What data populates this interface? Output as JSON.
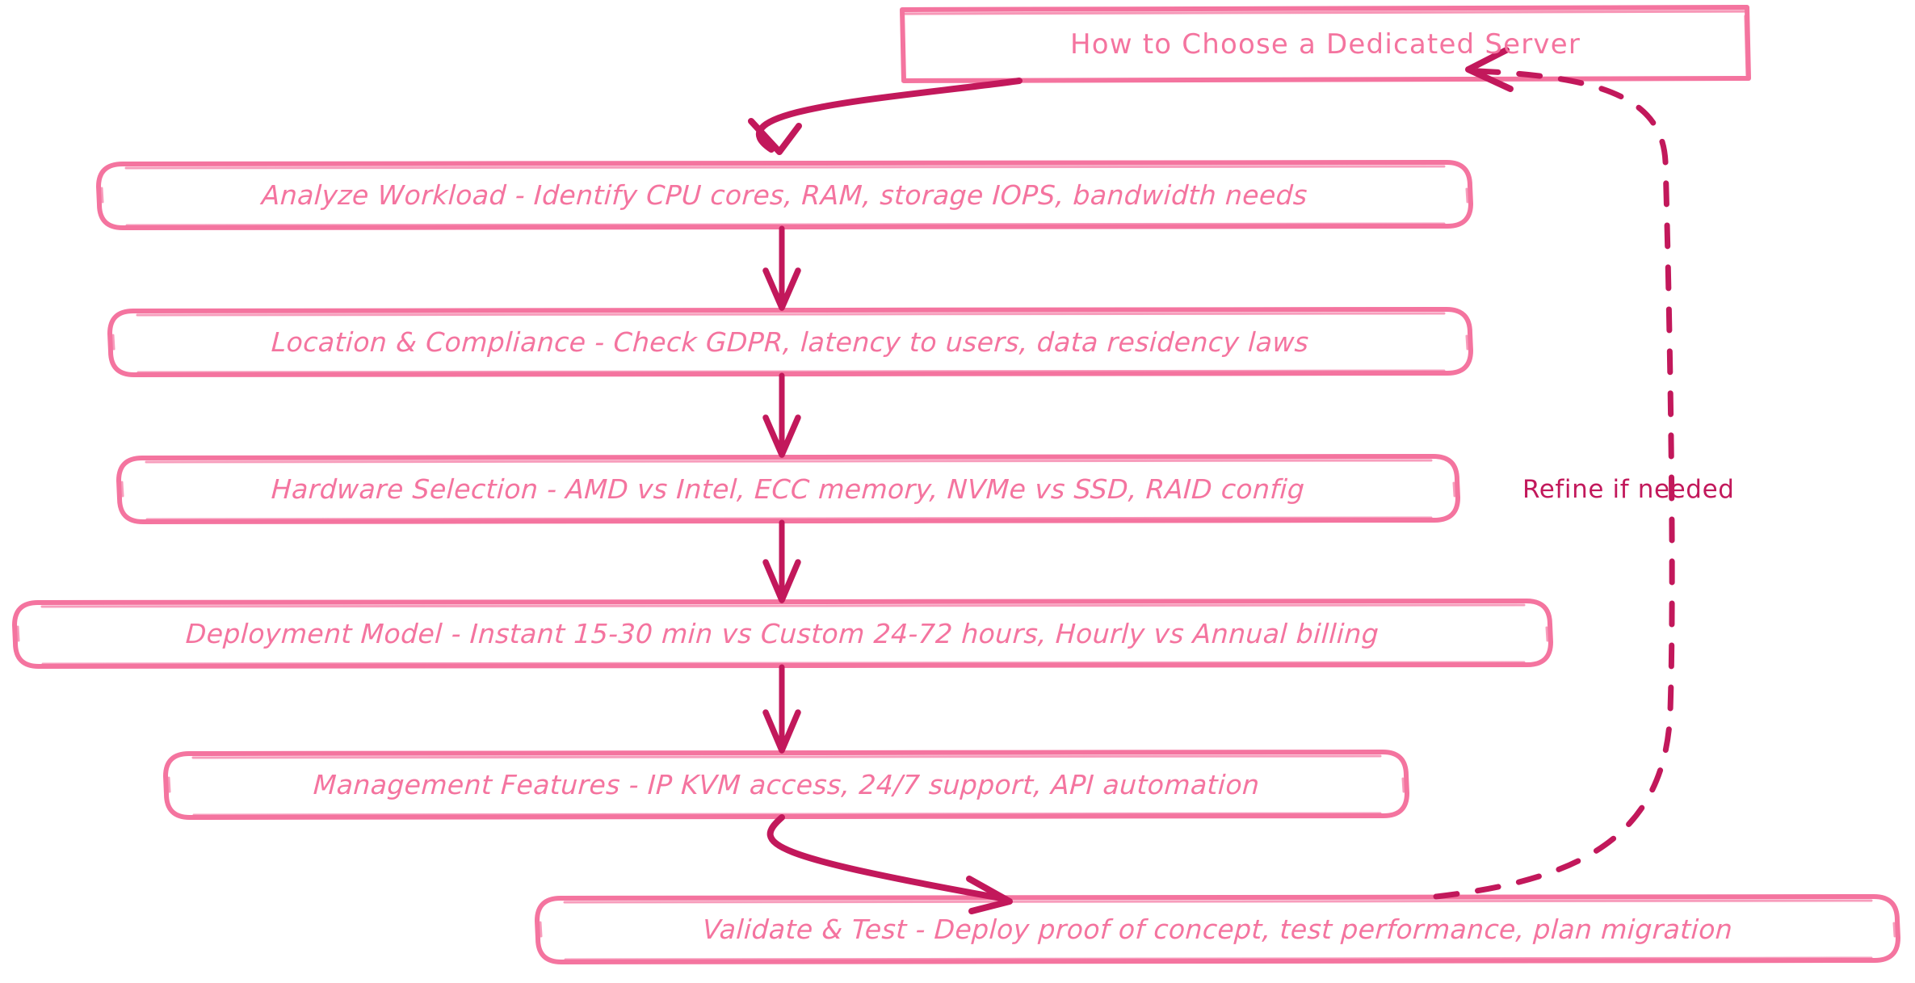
{
  "diagram": {
    "kind": "flowchart",
    "style": "hand-drawn-sketch",
    "orientation": "top-to-bottom",
    "colors": {
      "node_stroke": "#f4749f",
      "node_text": "#f4749f",
      "node_fill": "#ffffff",
      "arrow": "#c2185b",
      "edge_label_text": "#c2185b",
      "background": "#ffffff"
    },
    "title_node": {
      "label": "How to Choose a Dedicated Server",
      "shape": "rectangle",
      "corners": "sharp"
    },
    "nodes": [
      {
        "id": "analyze-workload",
        "label": "Analyze Workload - Identify CPU cores, RAM, storage IOPS, bandwidth needs",
        "shape": "rounded-rectangle"
      },
      {
        "id": "location-compliance",
        "label": "Location & Compliance - Check GDPR, latency to users, data residency laws",
        "shape": "rounded-rectangle"
      },
      {
        "id": "hardware-selection",
        "label": "Hardware Selection - AMD vs Intel, ECC memory, NVMe vs SSD, RAID config",
        "shape": "rounded-rectangle"
      },
      {
        "id": "deployment-model",
        "label": "Deployment Model - Instant 15-30 min vs Custom 24-72 hours, Hourly vs Annual billing",
        "shape": "rounded-rectangle"
      },
      {
        "id": "management-features",
        "label": "Management Features - IP KVM access, 24/7 support, API automation",
        "shape": "rounded-rectangle"
      },
      {
        "id": "validate-test",
        "label": "Validate & Test - Deploy proof of concept, test performance, plan migration",
        "shape": "rounded-rectangle"
      }
    ],
    "edges": [
      {
        "id": "e-title-analyze",
        "from": "title",
        "to": "analyze-workload",
        "style": "solid",
        "curve": "curved",
        "label": ""
      },
      {
        "id": "e-analyze-location",
        "from": "analyze-workload",
        "to": "location-compliance",
        "style": "solid",
        "curve": "straight",
        "label": ""
      },
      {
        "id": "e-location-hardware",
        "from": "location-compliance",
        "to": "hardware-selection",
        "style": "solid",
        "curve": "straight",
        "label": ""
      },
      {
        "id": "e-hardware-deployment",
        "from": "hardware-selection",
        "to": "deployment-model",
        "style": "solid",
        "curve": "straight",
        "label": ""
      },
      {
        "id": "e-deployment-management",
        "from": "deployment-model",
        "to": "management-features",
        "style": "solid",
        "curve": "straight",
        "label": ""
      },
      {
        "id": "e-management-validate",
        "from": "management-features",
        "to": "validate-test",
        "style": "solid",
        "curve": "curved",
        "label": ""
      },
      {
        "id": "e-validate-title",
        "from": "validate-test",
        "to": "title",
        "style": "dashed",
        "curve": "curved",
        "label": "Refine if needed"
      }
    ],
    "edge_labels": [
      {
        "id": "refine-if-needed",
        "text": "Refine if needed"
      }
    ]
  }
}
